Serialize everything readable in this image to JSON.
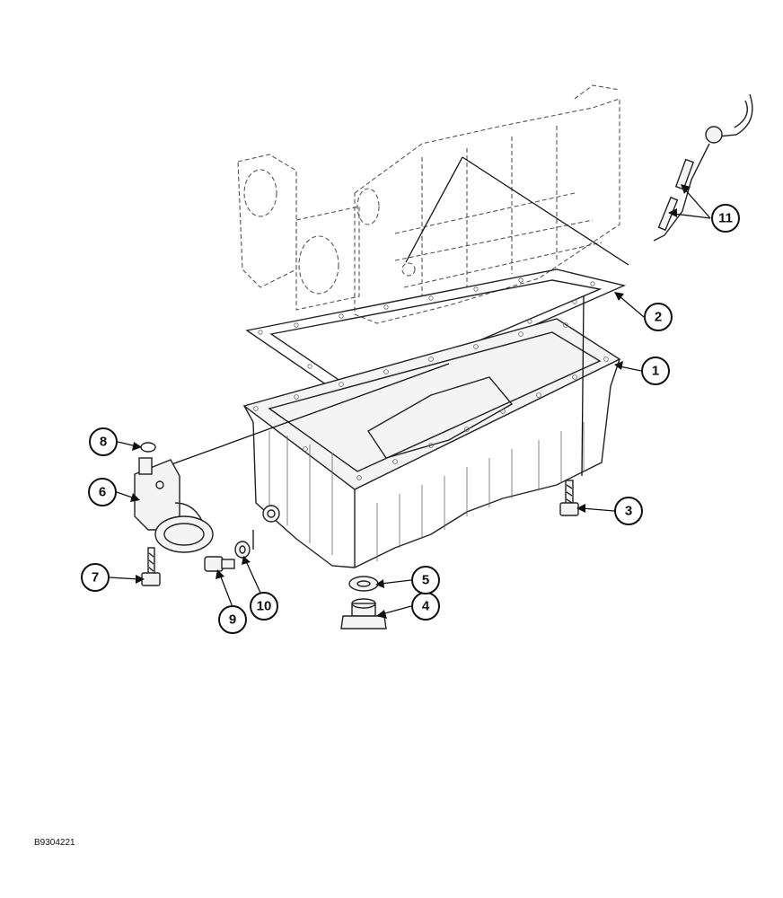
{
  "figure": {
    "id": "B9304221",
    "callouts": [
      {
        "key": "c1",
        "label": "1"
      },
      {
        "key": "c2",
        "label": "2"
      },
      {
        "key": "c3",
        "label": "3"
      },
      {
        "key": "c4",
        "label": "4"
      },
      {
        "key": "c5",
        "label": "5"
      },
      {
        "key": "c6",
        "label": "6"
      },
      {
        "key": "c7",
        "label": "7"
      },
      {
        "key": "c8",
        "label": "8"
      },
      {
        "key": "c9",
        "label": "9"
      },
      {
        "key": "c10",
        "label": "10"
      },
      {
        "key": "c11",
        "label": "11"
      }
    ]
  }
}
